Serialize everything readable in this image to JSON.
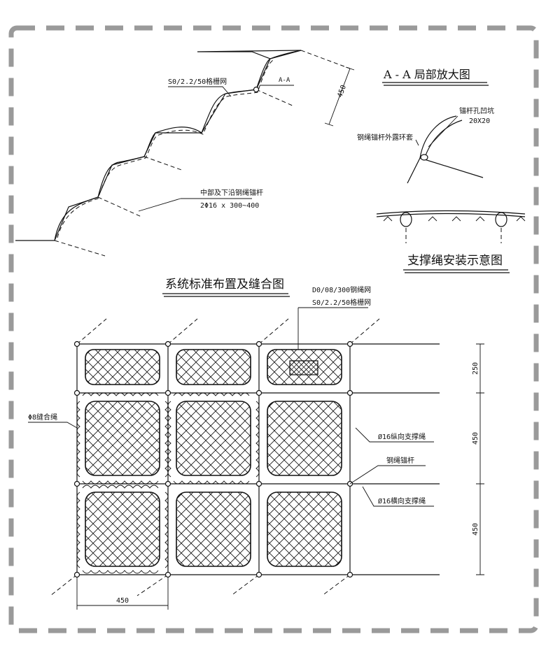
{
  "profile": {
    "mesh_label": "S0/2.2/50格栅网",
    "section_mark": "A-A",
    "dim_450": "450",
    "anchor_label": "中部及下沿钢绳锚杆",
    "anchor_spec": "2Φ16 x 300~400"
  },
  "detail_aa": {
    "title": "A - A 局部放大图",
    "pit_label": "锚杆孔凹坑",
    "pit_size": "20X20",
    "loop_label": "钢绳锚杆外露环套"
  },
  "support_rope": {
    "title": "支撑绳安装示意图"
  },
  "layout": {
    "title": "系统标准布置及缝合图",
    "rope_mesh_label": "D0/08/300钢绳网",
    "grid_mesh_label": "S0/2.2/50格栅网",
    "seam_rope_label": "Φ8缝合绳",
    "vertical_rope_label": "Ø16纵向支撑绳",
    "anchor_label": "钢绳锚杆",
    "horizontal_rope_label": "Ø16横向支撑绳",
    "dim_250": "250",
    "dim_450_mid": "450",
    "dim_450_bottom": "450",
    "dim_450_width": "450"
  }
}
